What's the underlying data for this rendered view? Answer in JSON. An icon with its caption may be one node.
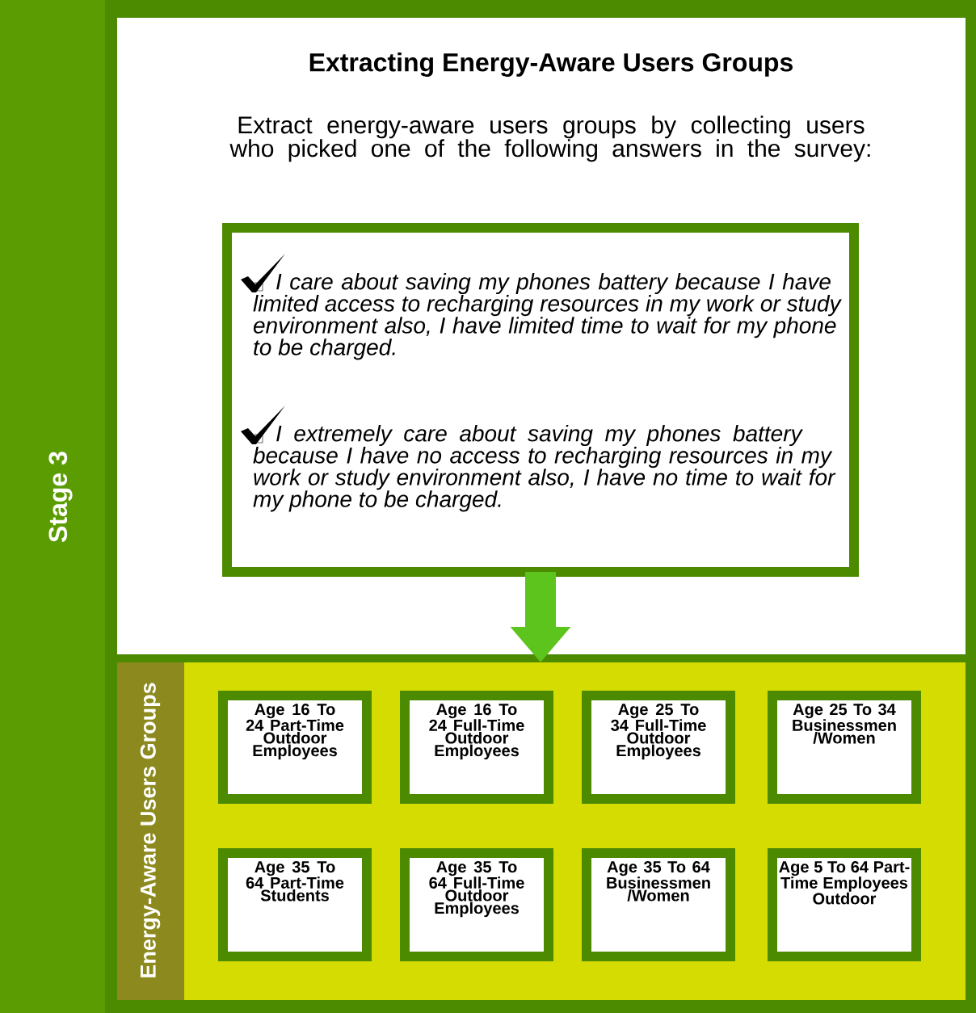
{
  "diagram": {
    "nodes": [
      {
        "text": [
          "Stage 3"
        ]
      },
      {
        "text": [
          "Extracting Energy-Aware Users Groups",
          "Extract energy-aware users groups by collecting users who picked one of the following answers in the survey:"
        ],
        "in": 0
      },
      {
        "text": [
          "I care about saving my phones battery because I have limited access to recharging resources in my work or study environment also, I have limited time to wait for my phone to be charged.",
          "I extremely care about saving my phones battery because I have no access to recharging resources in my work or study environment also, I have no time to wait for my phone to be charged."
        ],
        "in": 1
      },
      {
        "text": [
          "Energy-Aware Users Groups"
        ],
        "in": 0
      },
      {
        "text": [
          "Age 16 To 24 Part-Time Outdoor Employees"
        ],
        "in": 3
      },
      {
        "text": [
          "Age 16 To 24 Full-Time Outdoor Employees"
        ],
        "in": 3
      },
      {
        "text": [
          "Age 25 To 34 Full-Time Outdoor Employees"
        ],
        "in": 3
      },
      {
        "text": [
          "Age 25 To 34 Businessmen /Women"
        ],
        "in": 3
      },
      {
        "text": [
          "Age 35 To 64 Part-Time Students"
        ],
        "in": 3
      },
      {
        "text": [
          "Age 35 To 64 Full-Time Outdoor Employees"
        ],
        "in": 3
      },
      {
        "text": [
          "Age 35 To 64 Businessmen /Women"
        ],
        "in": 3
      },
      {
        "text": [
          "Age 5 To 64 Part-Time Employees Outdoor"
        ],
        "in": 3
      }
    ],
    "edges": [
      {
        "from": 2,
        "to": 3,
        "arrow": "to"
      }
    ]
  }
}
